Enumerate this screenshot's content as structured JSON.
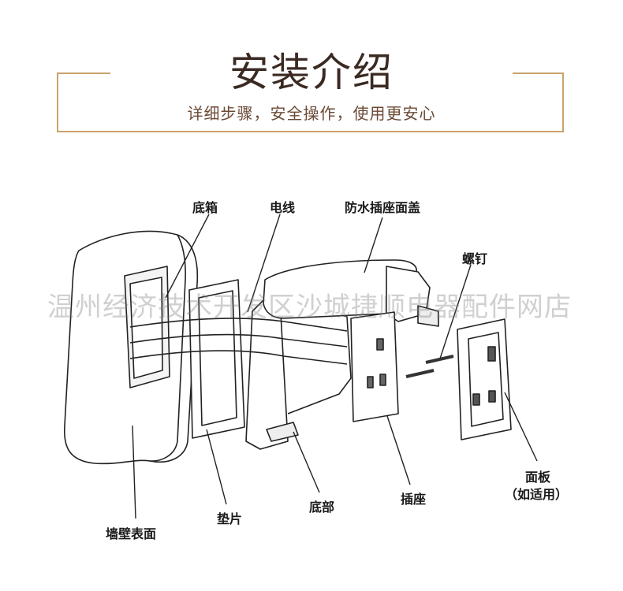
{
  "header": {
    "title": "安装介绍",
    "subtitle": "详细步骤，安全操作，使用更安心"
  },
  "labels": {
    "box": "底箱",
    "wire": "电线",
    "cover": "防水插座面盖",
    "screw": "螺钉",
    "wall": "墙壁表面",
    "gasket": "垫片",
    "base": "底部",
    "socket": "插座",
    "panel": "面板",
    "panel_note": "（如适用）"
  },
  "watermark": "温州经济技术开发区沙城捷顺电器配件网店",
  "colors": {
    "frame": "#c9a36b",
    "title": "#3a2a22",
    "subtitle": "#6b4a36",
    "line": "#222222"
  }
}
